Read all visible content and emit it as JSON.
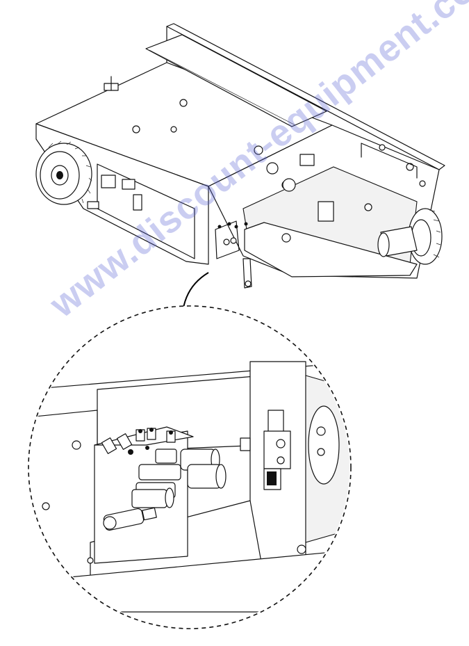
{
  "watermark": {
    "text": "www.discount-equipment.com",
    "color": "#5a64d2"
  },
  "figure": {
    "subject": "machine chassis with hydraulic manifold detail",
    "callout": "detail-view"
  }
}
